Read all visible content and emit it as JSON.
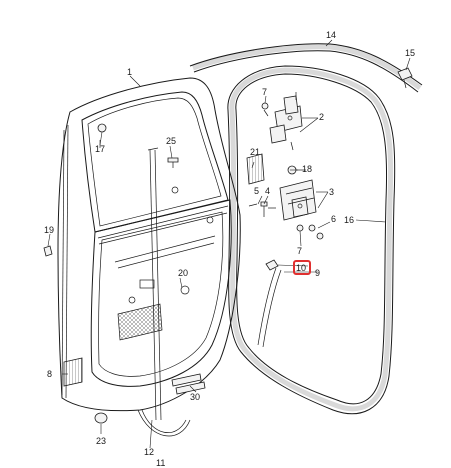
{
  "highlight_color": "#e03030",
  "labels": {
    "l1": "1",
    "l2": "2",
    "l3": "3",
    "l4": "4",
    "l5": "5",
    "l6": "6",
    "l7a": "7",
    "l7b": "7",
    "l8": "8",
    "l9": "9",
    "l10": "10",
    "l11": "11",
    "l12": "12",
    "l14": "14",
    "l15": "15",
    "l16": "16",
    "l17": "17",
    "l18": "18",
    "l19": "19",
    "l20": "20",
    "l21": "21",
    "l23": "23",
    "l25": "25",
    "l30": "30"
  }
}
